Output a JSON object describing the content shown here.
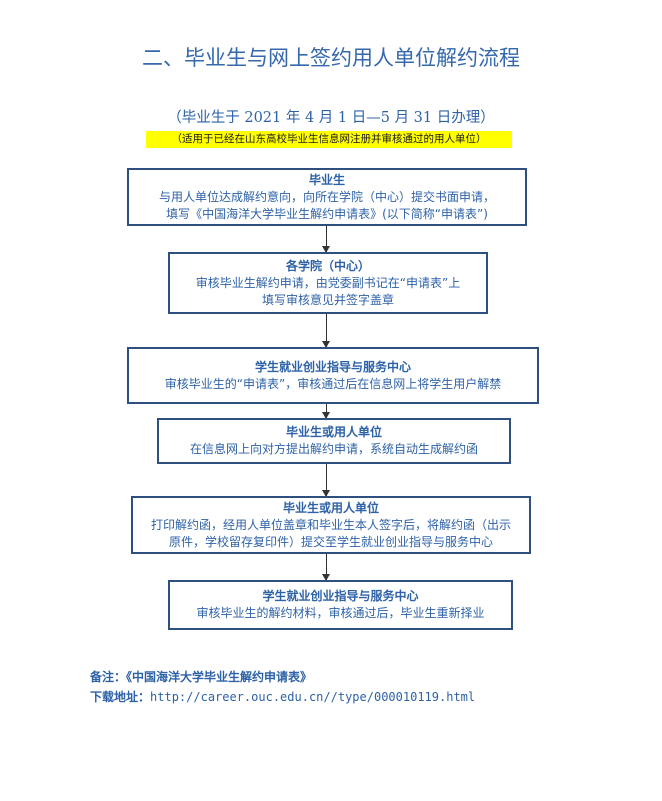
{
  "title": "二、毕业生与网上签约用人单位解约流程",
  "period": "（毕业生于 2021 年 4 月 1 日—5 月 31 日办理）",
  "scope": "（适用于已经在山东高校毕业生信息网注册并审核通过的用人单位）",
  "steps": [
    {
      "heading": "毕业生",
      "lines": [
        "与用人单位达成解约意向，向所在学院（中心）提交书面申请，",
        "填写《中国海洋大学毕业生解约申请表》(以下简称“申请表”)"
      ]
    },
    {
      "heading": "各学院（中心）",
      "lines": [
        "审核毕业生解约申请，由党委副书记在“申请表”上",
        "填写审核意见并签字盖章"
      ]
    },
    {
      "heading": "学生就业创业指导与服务中心",
      "lines": [
        "审核毕业生的“申请表”，审核通过后在信息网上将学生用户解禁"
      ]
    },
    {
      "heading": "毕业生或用人单位",
      "lines": [
        "在信息网上向对方提出解约申请，系统自动生成解约函"
      ]
    },
    {
      "heading": "毕业生或用人单位",
      "lines": [
        "打印解约函，经用人单位盖章和毕业生本人签字后，将解约函（出示",
        "原件，学校留存复印件）提交至学生就业创业指导与服务中心"
      ]
    },
    {
      "heading": "学生就业创业指导与服务中心",
      "lines": [
        "审核毕业生的解约材料，审核通过后，毕业生重新择业"
      ]
    }
  ],
  "note": {
    "label": "备注：",
    "form": "《中国海洋大学毕业生解约申请表》",
    "download_label": "下载地址：",
    "url": "http://career.ouc.edu.cn//type/000010119.html"
  }
}
